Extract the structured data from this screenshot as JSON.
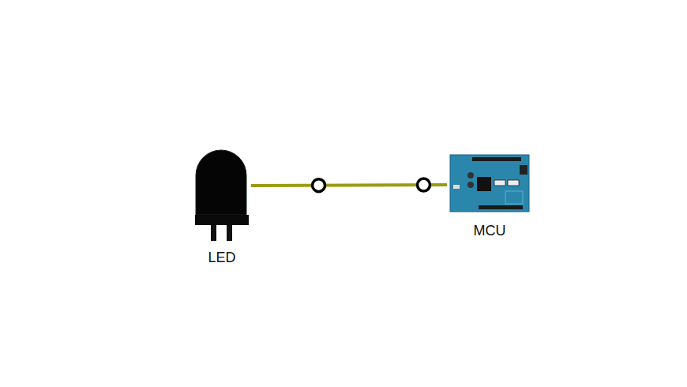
{
  "diagram": {
    "nodes": [
      {
        "text": [
          "LED"
        ]
      },
      {
        "text": [
          "MCU"
        ]
      }
    ],
    "edges": [
      {
        "from": 0,
        "to": 1,
        "arrow": "none"
      }
    ]
  }
}
